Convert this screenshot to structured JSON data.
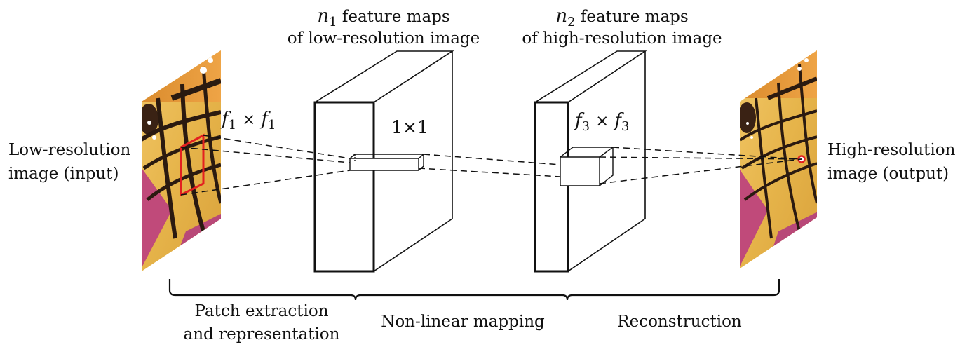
{
  "input_label": {
    "line1": "Low-resolution",
    "line2": "image (input)"
  },
  "output_label": {
    "line1": "High-resolution",
    "line2": "image (output)"
  },
  "block1_title": {
    "n": "n",
    "n_sub": "1",
    "line1_rest": " feature maps",
    "line2": "of low-resolution image"
  },
  "block2_title": {
    "n": "n",
    "n_sub": "2",
    "line1_rest": " feature maps",
    "line2": "of high-resolution image"
  },
  "filter1": {
    "f": "f",
    "sub": "1",
    "times": "×",
    "f2": "f",
    "sub2": "1"
  },
  "filter2": {
    "text": "1×1"
  },
  "filter3": {
    "f": "f",
    "sub": "3",
    "times": "×",
    "f2": "f",
    "sub2": "3"
  },
  "stages": [
    "Patch extraction",
    "and representation",
    "Non-linear mapping",
    "Reconstruction"
  ],
  "colors": {
    "stroke": "#111111",
    "patch": "#e32020",
    "wing_orange": "#e8a23a",
    "wing_yellow": "#e9c55a",
    "vein": "#2b1a10",
    "flower": "#c04a7a"
  }
}
